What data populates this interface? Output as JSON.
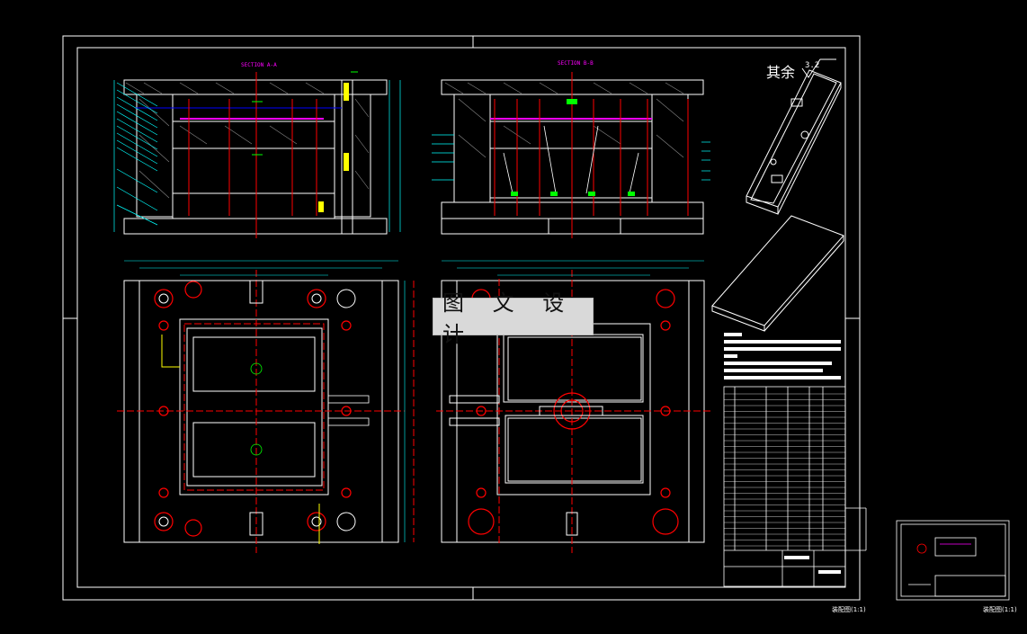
{
  "app": {
    "watermark": "图 文 设 计"
  },
  "title_block": {
    "roughness_label": "其余",
    "roughness_value": "3.2"
  },
  "views": {
    "section_aa": "SECTION A-A",
    "section_bb": "SECTION B-B"
  },
  "colors": {
    "background": "#000000",
    "frame": "#ffffff",
    "centerline": "#ff0000",
    "section_title": "#ff00ff",
    "accent_green": "#00ff00",
    "dimension_cyan": "#00ffff",
    "hidden_blue": "#0000ff",
    "guide_yellow": "#ffff00"
  },
  "footer": {
    "left": "装配图(1:1)",
    "right": "装配图(1:1)"
  }
}
